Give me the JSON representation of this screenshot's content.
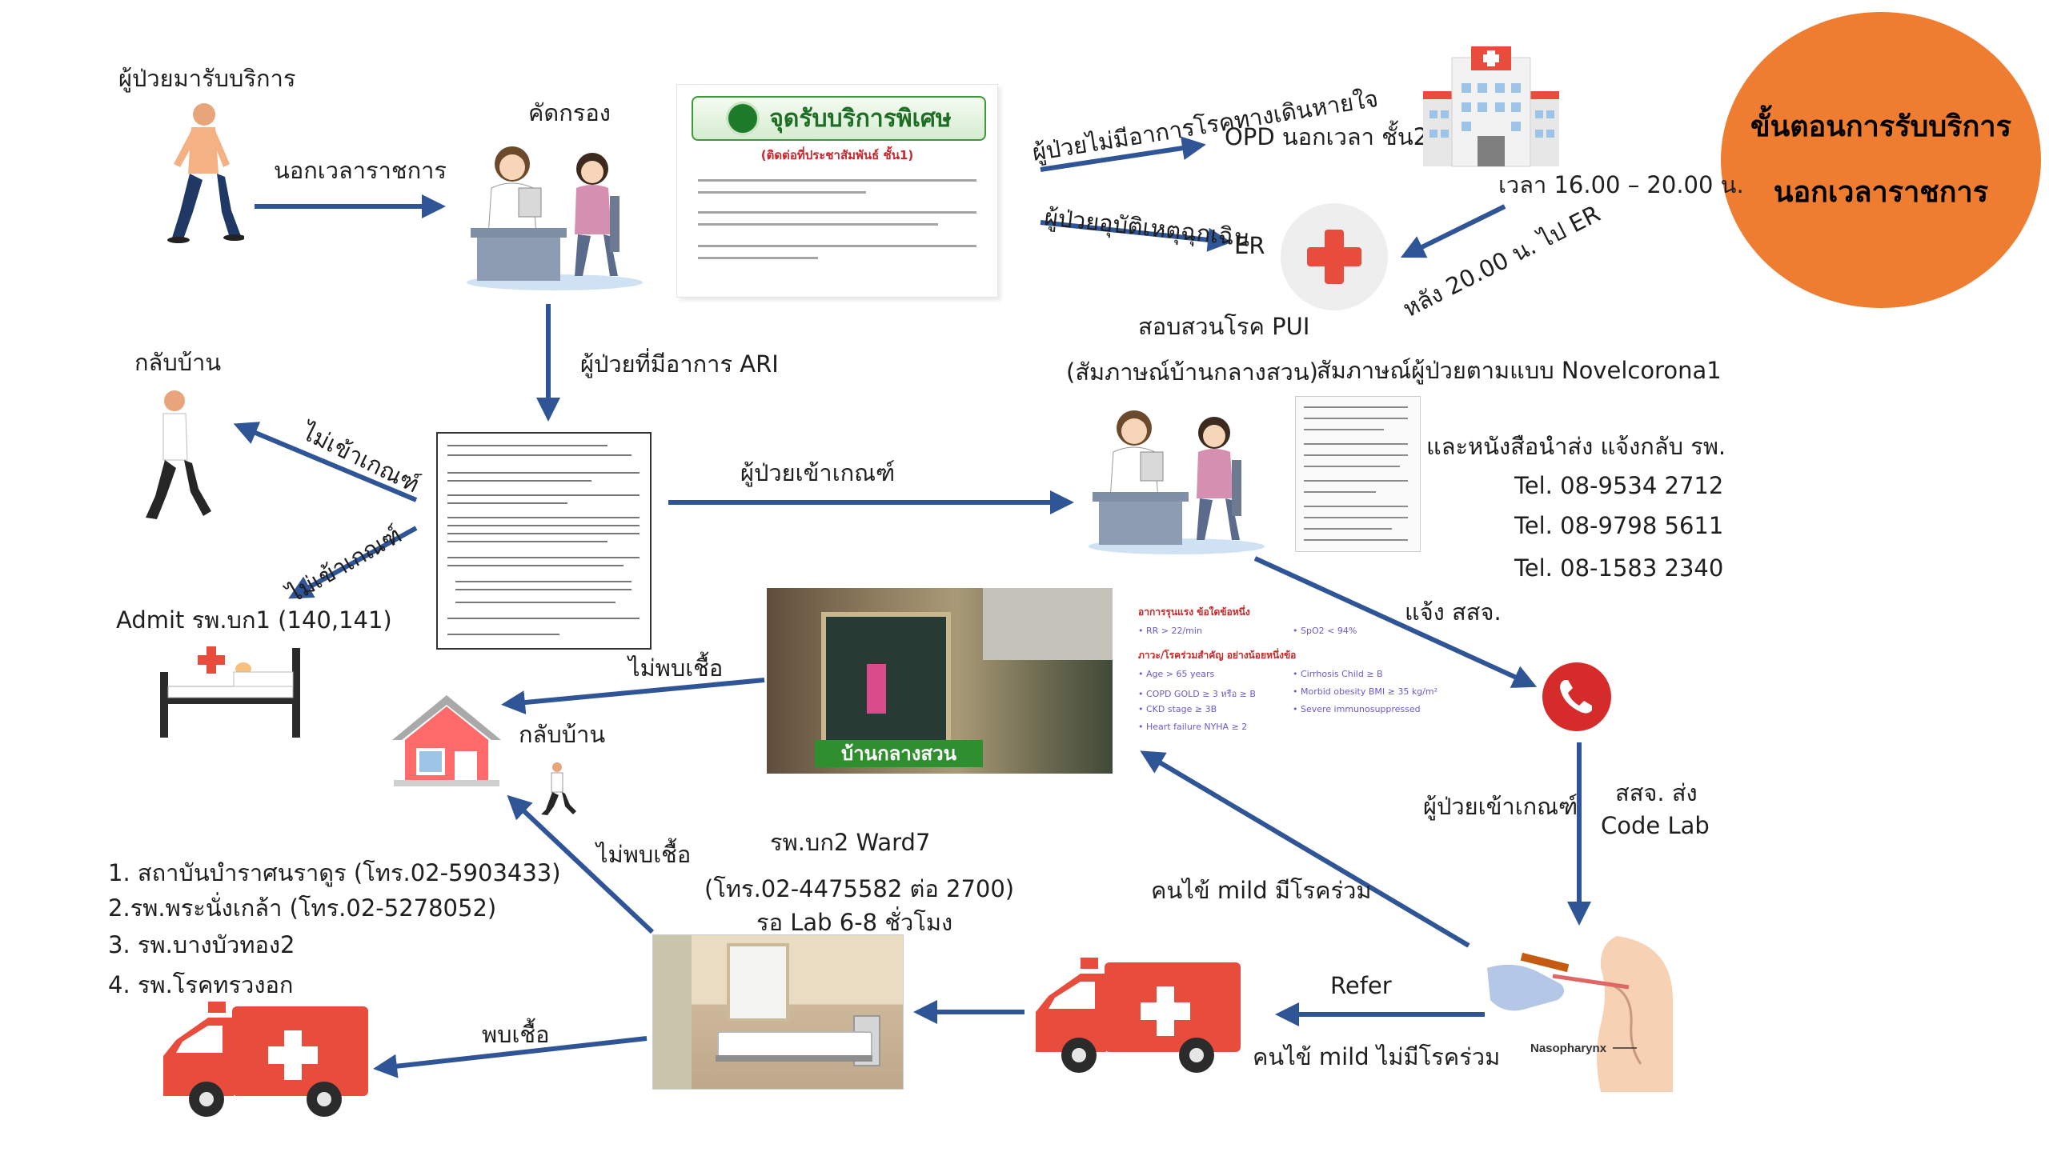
{
  "title": {
    "line1": "ขั้นตอนการรับบริการ",
    "line2": "นอกเวลาราชการ",
    "color": "#ee7d31"
  },
  "nodes": {
    "patient_arrive": "ผู้ป่วยมารับบริการ",
    "screening": "คัดกรอง",
    "go_home_top": "กลับบ้าน",
    "admit": "Admit รพ.บก1 (140,141)",
    "go_home_mid": "กลับบ้าน",
    "opd": "OPD นอกเวลา ชั้น2",
    "er": "ER",
    "hours": "เวลา 16.00 – 20.00 น.",
    "pui_title": "สอบสวนโรค PUI",
    "pui_sub": "(สัมภาษณ์บ้านกลางสวน)",
    "interview": "สัมภาษณ์ผู้ป่วยตามแบบ Novelcorona1",
    "letter": "และหนังสือนำส่ง แจ้งกลับ รพ.",
    "tel1": "Tel. 08-9534 2712",
    "tel2": "Tel. 08-9798 5611",
    "tel3": "Tel. 08-1583 2340",
    "field_hospital": "บ้านกลางสวน",
    "ward_title": "รพ.บก2 Ward7",
    "ward_tel": "(โทร.02-4475582 ต่อ 2700)",
    "ward_wait": "รอ Lab 6-8 ชั่วโมง",
    "nasopharynx": "Nasopharynx",
    "sscode1": "สสจ. ส่ง",
    "sscode2": "Code Lab"
  },
  "hospitals": [
    "1. สถาบันบำราศนราดูร (โทร.02-5903433)",
    "2.รพ.พระนั่งเกล้า (โทร.02-5278052)",
    "3. รพ.บางบัวทอง2",
    "4. รพ.โรคทรวงอก"
  ],
  "edges": {
    "after_hours": "นอกเวลาราชการ",
    "ari": "ผู้ป่วยที่มีอาการ ARI",
    "not_criteria_1": "ไม่เข้าเกณฑ์",
    "not_criteria_2": "ไม่เข้าเกณฑ์",
    "meet_criteria": "ผู้ป่วยเข้าเกณฑ์",
    "no_resp": "ผู้ป่วยไม่มีอาการโรคทางเดินหายใจ",
    "emergency": "ผู้ป่วยอุบัติเหตุฉุกเฉิน",
    "after20": "หลัง 20.00 น. ไป ER",
    "notify": "แจ้ง สสจ.",
    "meet_criteria_2": "ผู้ป่วยเข้าเกณฑ์",
    "not_found_1": "ไม่พบเชื้อ",
    "not_found_2": "ไม่พบเชื้อ",
    "mild_comorb": "คนไข้ mild มีโรคร่วม",
    "refer": "Refer",
    "mild_nocomorb": "คนไข้ mild ไม่มีโรคร่วม",
    "found": "พบเชื้อ"
  },
  "service_sign": {
    "title": "จุดรับบริการพิเศษ",
    "subtitle": "(ติดต่อที่ประชาสัมพันธ์ ชั้น1)"
  },
  "criteria": {
    "h1": "อาการรุนแรง ข้อใดข้อหนึ่ง",
    "rr": "• RR > 22/min",
    "spo2": "• SpO2 < 94%",
    "h2": "ภาวะ/โรคร่วมสำคัญ อย่างน้อยหนึ่งข้อ",
    "a1": "• Age > 65 years",
    "a2": "• COPD GOLD ≥ 3 หรือ ≥ B",
    "a3": "• CKD stage ≥ 3B",
    "a4": "• Heart failure NYHA ≥ 2",
    "b1": "• Cirrhosis Child ≥ B",
    "b2": "• Morbid obesity BMI ≥ 35 kg/m²",
    "b3": "• Severe immunosuppressed"
  },
  "colors": {
    "arrow": "#2f5597",
    "red": "#e84c3d",
    "orange": "#ee7d31"
  }
}
